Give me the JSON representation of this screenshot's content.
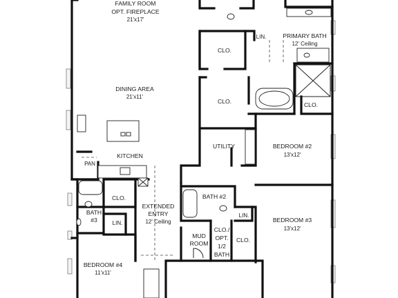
{
  "rooms": {
    "family_room": {
      "name": "FAMILY ROOM",
      "note": "OPT. FIREPLACE",
      "size": "21'x17'"
    },
    "primary_bath": {
      "name": "PRIMARY BATH",
      "note": "12' Ceiling"
    },
    "closet_top": {
      "name": "CLO."
    },
    "closet_mid": {
      "name": "CLO."
    },
    "closet_right": {
      "name": "CLO."
    },
    "linen_top": {
      "name": "LIN."
    },
    "dining": {
      "name": "DINING AREA",
      "size": "21'x11'"
    },
    "kitchen": {
      "name": "KITCHEN"
    },
    "pantry": {
      "name": "PAN"
    },
    "utility": {
      "name": "UTILITY"
    },
    "bedroom2": {
      "name": "BEDROOM #2",
      "size": "13'x12'"
    },
    "closet_hall": {
      "name": "CLO."
    },
    "bath3": {
      "name": "BATH",
      "number": "#3"
    },
    "linen_left": {
      "name": "LIN."
    },
    "extended_entry": {
      "line1": "EXTENDED",
      "line2": "ENTRY",
      "note": "12' Ceiling"
    },
    "bath2": {
      "name": "BATH #2"
    },
    "linen_mid": {
      "name": "LIN."
    },
    "bedroom3": {
      "name": "BEDROOM #3",
      "size": "13'x12'"
    },
    "mud_room": {
      "line1": "MUD",
      "line2": "ROOM"
    },
    "clo_opt_bath": {
      "line1": "CLO./",
      "line2": "OPT.",
      "line3": "1/2",
      "line4": "BATH"
    },
    "closet_b3": {
      "name": "CLO."
    },
    "bedroom4": {
      "name": "BEDROOM #4",
      "size": "11'x11'"
    }
  }
}
